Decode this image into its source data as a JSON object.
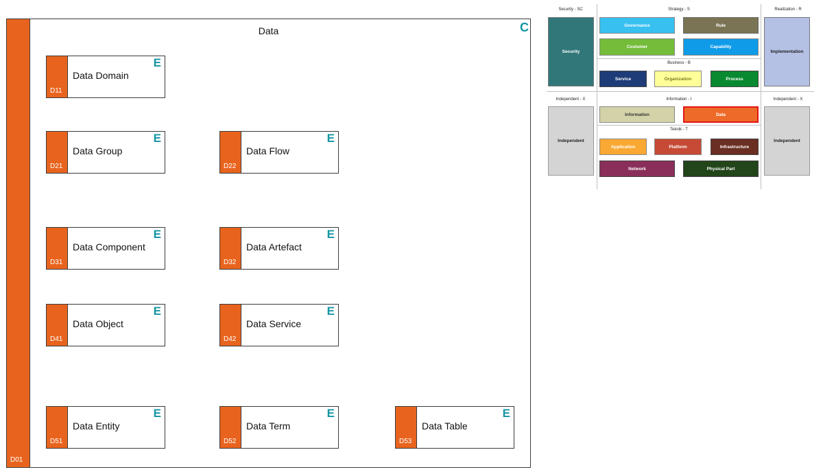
{
  "diagram": {
    "title": "Data",
    "marker": "C",
    "code": "D01",
    "elements": [
      {
        "code": "D11",
        "label": "Data Domain",
        "marker": "E"
      },
      {
        "code": "D21",
        "label": "Data Group",
        "marker": "E"
      },
      {
        "code": "D22",
        "label": "Data Flow",
        "marker": "E"
      },
      {
        "code": "D31",
        "label": "Data Component",
        "marker": "E"
      },
      {
        "code": "D32",
        "label": "Data Artefact",
        "marker": "E"
      },
      {
        "code": "D41",
        "label": "Data Object",
        "marker": "E"
      },
      {
        "code": "D42",
        "label": "Data Service",
        "marker": "E"
      },
      {
        "code": "D51",
        "label": "Data Entity",
        "marker": "E"
      },
      {
        "code": "D52",
        "label": "Data Term",
        "marker": "E"
      },
      {
        "code": "D53",
        "label": "Data Table",
        "marker": "E"
      }
    ]
  },
  "map": {
    "headers": {
      "security": "Security - SC",
      "strategy": "Strategy - S",
      "realization": "Realization - R",
      "business": "Business - B",
      "independent_left": "Independent - X",
      "information": "Information - I",
      "independent_right": "Independent - X",
      "teknik": "Teknik - T"
    },
    "blocks": {
      "security": "Security",
      "implementation": "Implementation",
      "independent_left": "Independent",
      "independent_right": "Independent",
      "governance": "Governance",
      "rule": "Rule",
      "costumer": "Costumer",
      "capability": "Capability",
      "service": "Service",
      "organization": "Organization",
      "process": "Process",
      "information": "Information",
      "data": "Data",
      "application": "Application",
      "platform": "Platform",
      "infrastructure": "Infrastructure",
      "network": "Network",
      "physical_part": "Physical Part"
    },
    "colors": {
      "accent_orange": "#E8641E",
      "marker_teal": "#1595A3",
      "security": "#31777A",
      "implementation": "#B4C0E4",
      "independent": "#D4D4D4",
      "governance": "#37C0F0",
      "rule": "#7A7454",
      "costumer": "#74BC3A",
      "capability": "#0F9BE8",
      "service": "#1E3C78",
      "organization": "#FFFF99",
      "process": "#0A8A30",
      "information": "#D3D2A8",
      "data": "#EE6A28",
      "application": "#F9A833",
      "platform": "#C64A35",
      "infrastructure": "#6A2E22",
      "network": "#8A2F5A",
      "physical_part": "#22451A"
    }
  }
}
